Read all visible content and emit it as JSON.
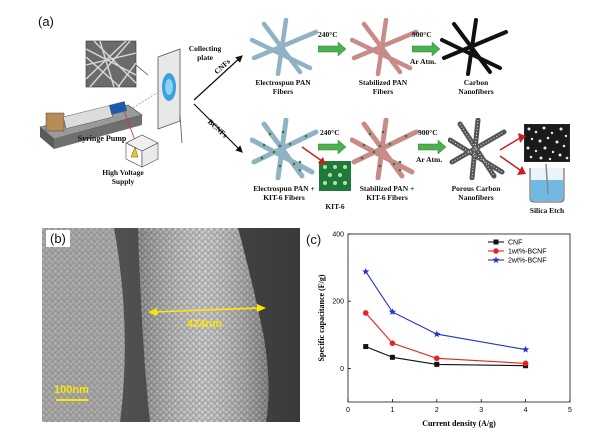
{
  "panel_a": {
    "label": "(a)",
    "collecting_plate": "Collecting plate",
    "syringe_pump": "Syringe Pump",
    "high_voltage": "High Voltage Supply",
    "branch_cnfs": "CNFs",
    "branch_bcnfs": "BCNFs",
    "top_row": {
      "step1": "Electrospun PAN Fibers",
      "temp1": "240°C",
      "step2": "Stabilized PAN Fibers",
      "temp2": "900°C",
      "atm": "Ar Atm.",
      "step3": "Carbon Nanofibers",
      "fiber_color_1": "#8fb3c4",
      "fiber_color_2": "#c98a8a",
      "fiber_color_3": "#111111"
    },
    "bottom_row": {
      "step1": "Electrospun PAN + KIT-6 Fibers",
      "kit6": "KIT-6",
      "temp1": "240°C",
      "step2": "Stabilized PAN + KIT-6 Fibers",
      "temp2": "900°C",
      "atm": "Ar Atm.",
      "step3": "Porous Carbon Nanofibers",
      "etch": "Silica Etch"
    },
    "arrow_color": "#4caf50"
  },
  "panel_b": {
    "label": "(b)",
    "measurement": "424nm",
    "scale_bar": "100nm",
    "annotation_color": "#ffe600"
  },
  "panel_c": {
    "label": "(c)",
    "chart_data": {
      "type": "line",
      "xlabel": "Current density (A/g)",
      "ylabel": "Specific capacitance (F/g)",
      "xlim": [
        0,
        5
      ],
      "ylim": [
        -100,
        400
      ],
      "xticks": [
        0,
        1,
        2,
        3,
        4,
        5
      ],
      "yticks": [
        0,
        200,
        400
      ],
      "legend_position": "top-right",
      "series": [
        {
          "name": "CNF",
          "color": "#111111",
          "marker": "square",
          "x": [
            0.4,
            1,
            2,
            4
          ],
          "y": [
            65,
            33,
            12,
            8
          ]
        },
        {
          "name": "1wt%-BCNF",
          "color": "#e8231f",
          "marker": "circle",
          "x": [
            0.4,
            1,
            2,
            4
          ],
          "y": [
            165,
            75,
            30,
            15
          ]
        },
        {
          "name": "2wt%-BCNF",
          "color": "#2233cc",
          "marker": "star",
          "x": [
            0.4,
            1,
            2,
            4
          ],
          "y": [
            288,
            168,
            102,
            56
          ]
        }
      ]
    }
  }
}
